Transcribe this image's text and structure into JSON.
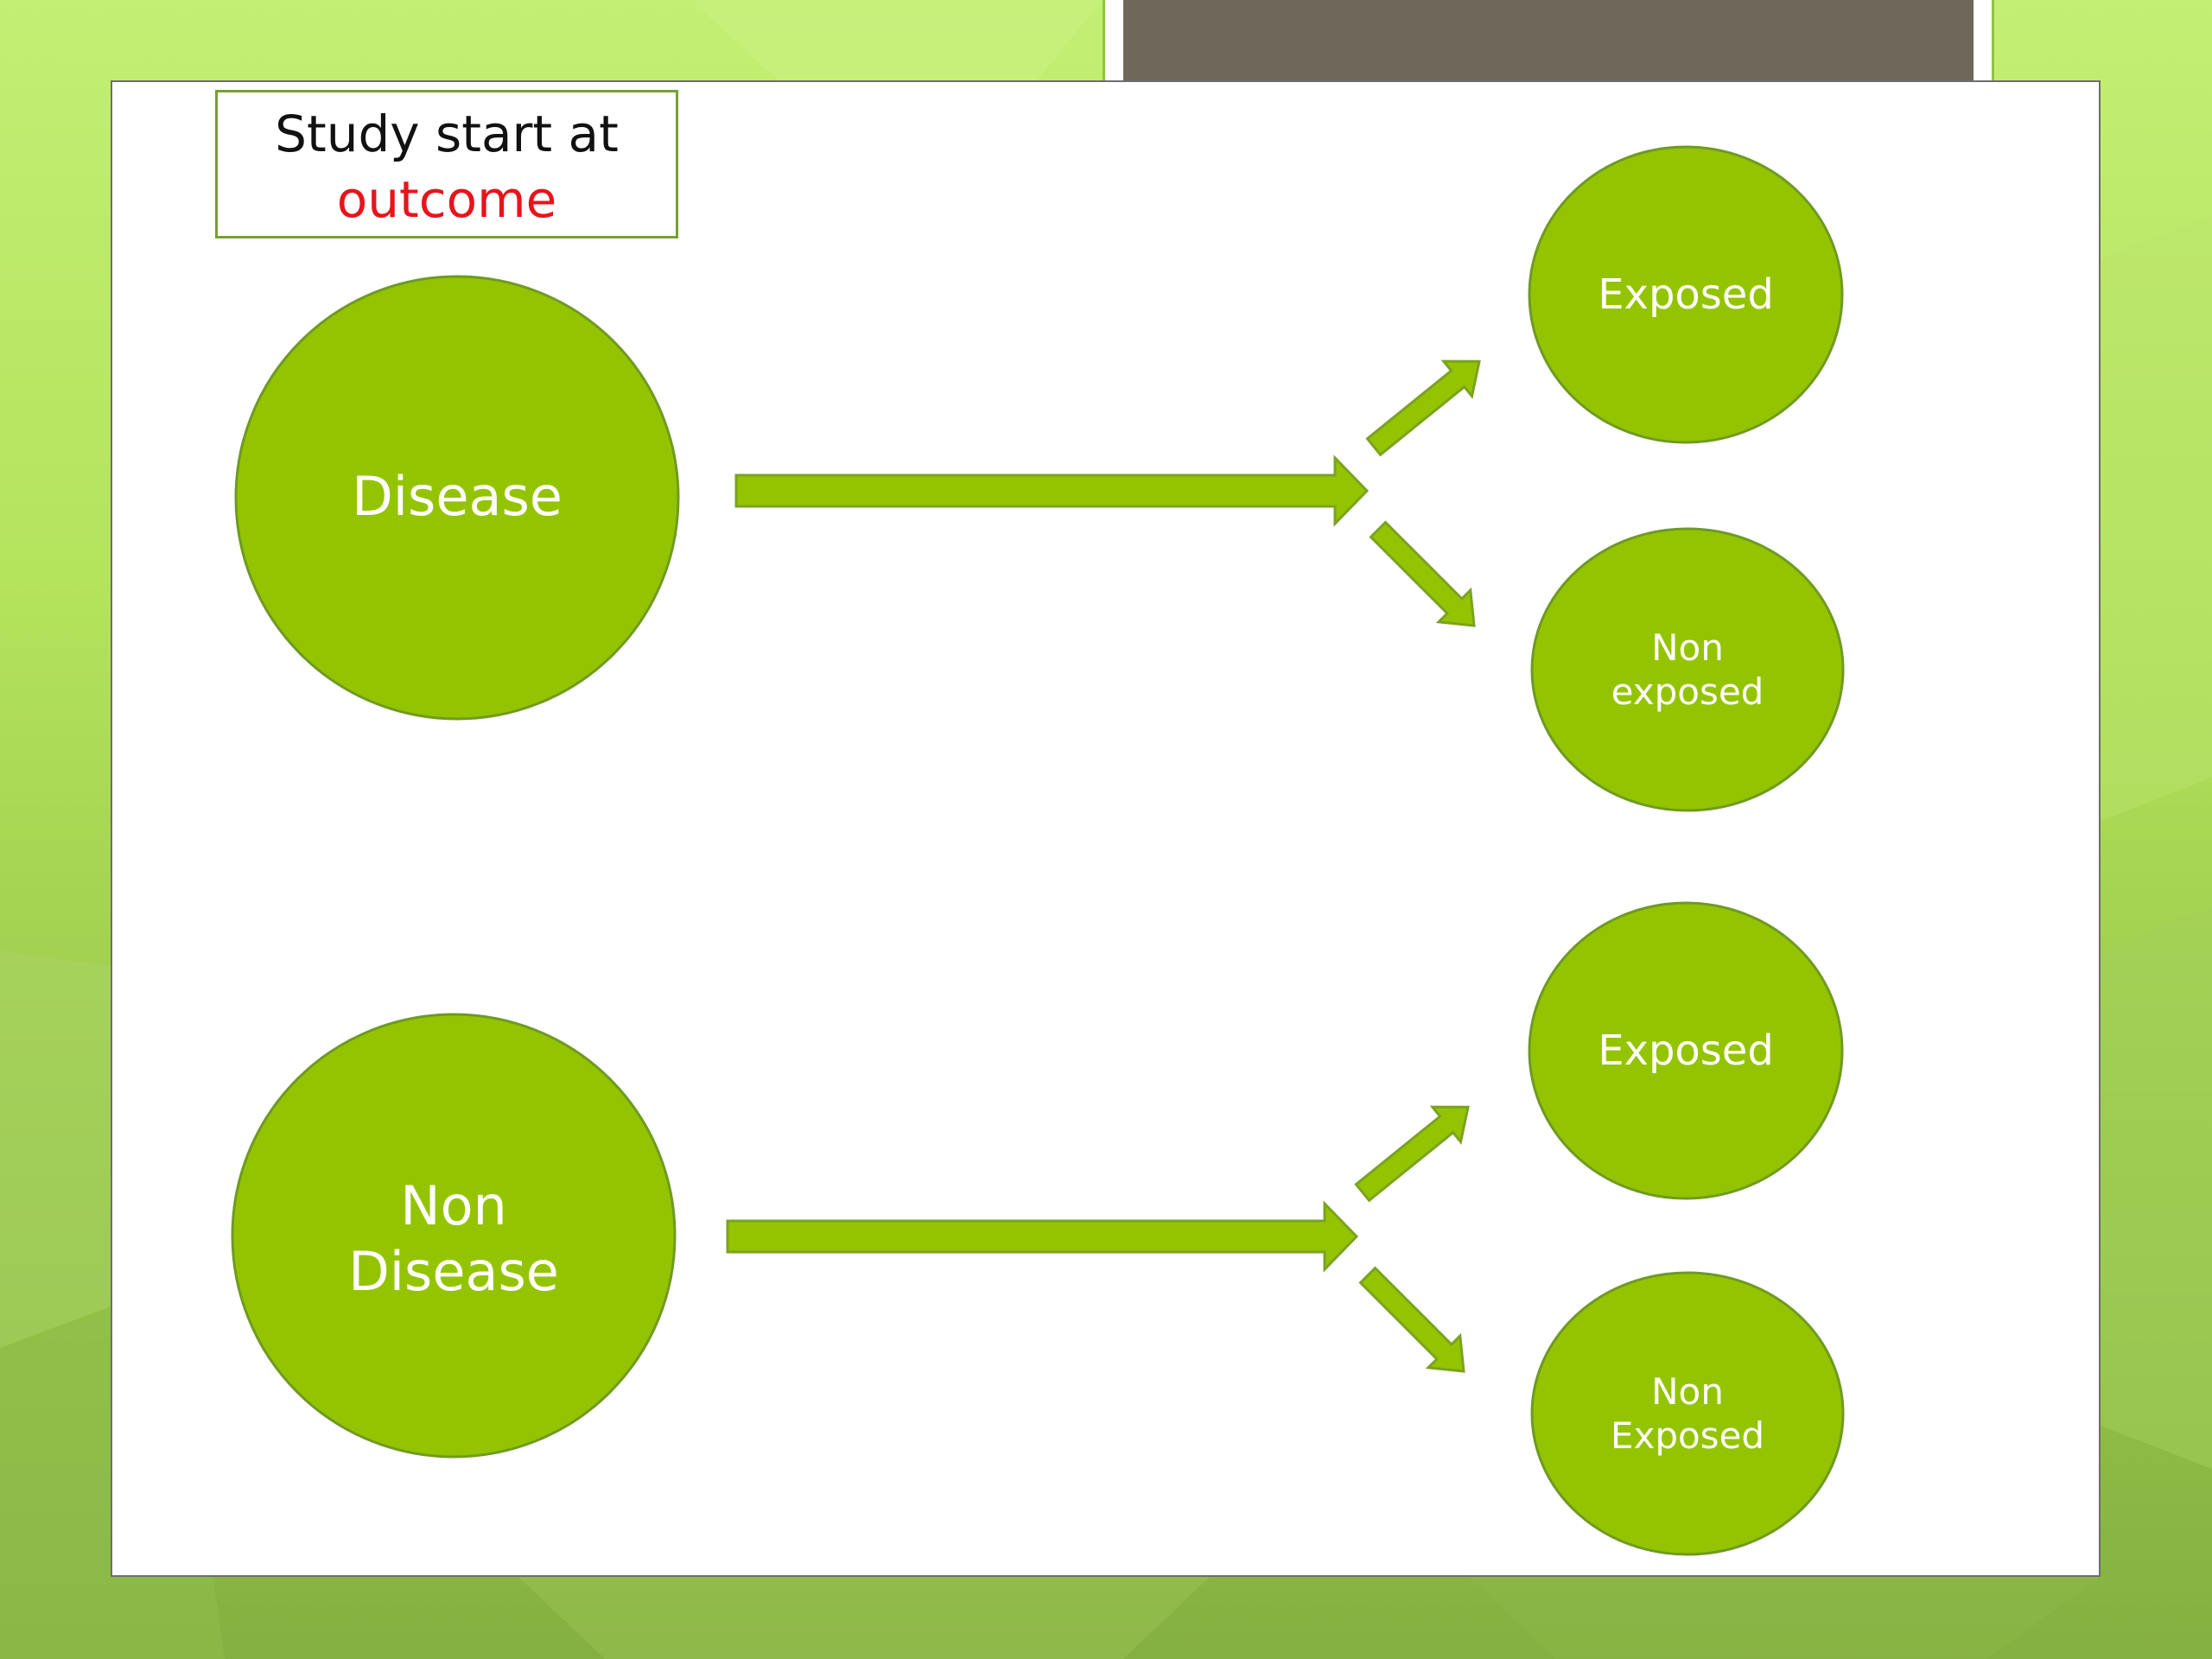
{
  "caption": {
    "line1": "Study start at",
    "line2": "outcome"
  },
  "colors": {
    "node_fill": "#94c400",
    "node_stroke": "#6f9a22",
    "arrow_fill": "#94c400",
    "arrow_stroke": "#7aa320",
    "caption_highlight": "#e8141b",
    "title_bar": "#6e685b"
  },
  "nodes": {
    "disease": {
      "lines": [
        "Disease"
      ]
    },
    "non_disease": {
      "lines": [
        "Non",
        "Disease"
      ]
    },
    "exposed_1": {
      "lines": [
        "Exposed"
      ]
    },
    "non_exposed_1": {
      "lines": [
        "Non",
        "exposed"
      ]
    },
    "exposed_2": {
      "lines": [
        "Exposed"
      ]
    },
    "non_exposed_2": {
      "lines": [
        "Non",
        "Exposed"
      ]
    }
  }
}
